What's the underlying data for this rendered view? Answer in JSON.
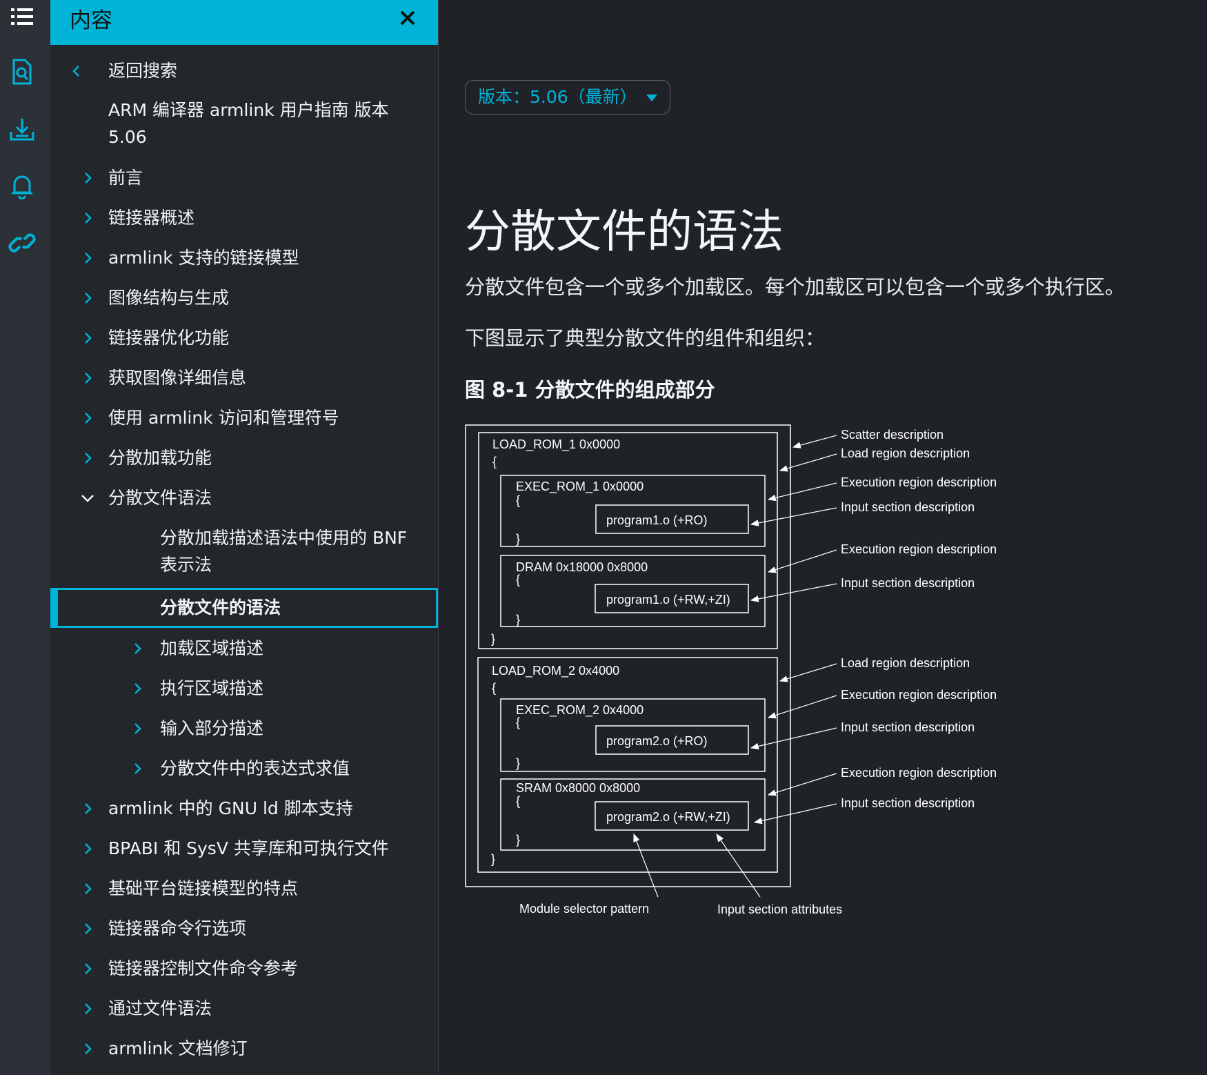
{
  "sidebar": {
    "title": "内容",
    "items": [
      {
        "label": "返回搜索"
      },
      {
        "label": "ARM 编译器 armlink 用户指南 版本 5.06"
      },
      {
        "label": "前言"
      },
      {
        "label": "链接器概述"
      },
      {
        "label": "armlink 支持的链接模型"
      },
      {
        "label": "图像结构与生成"
      },
      {
        "label": "链接器优化功能"
      },
      {
        "label": "获取图像详细信息"
      },
      {
        "label": "使用 armlink 访问和管理符号"
      },
      {
        "label": "分散加载功能"
      },
      {
        "label": "分散文件语法"
      },
      {
        "label": "分散加载描述语法中使用的 BNF 表示法"
      },
      {
        "label": "分散文件的语法"
      },
      {
        "label": "加载区域描述"
      },
      {
        "label": "执行区域描述"
      },
      {
        "label": "输入部分描述"
      },
      {
        "label": "分散文件中的表达式求值"
      },
      {
        "label": "armlink 中的 GNU ld 脚本支持"
      },
      {
        "label": "BPABI 和 SysV 共享库和可执行文件"
      },
      {
        "label": "基础平台链接模型的特点"
      },
      {
        "label": "链接器命令行选项"
      },
      {
        "label": "链接器控制文件命令参考"
      },
      {
        "label": "通过文件语法"
      },
      {
        "label": "armlink 文档修订"
      }
    ]
  },
  "main": {
    "version": "版本：5.06（最新）",
    "title": "分散文件的语法",
    "para1": "分散文件包含一个或多个加载区。每个加载区可以包含一个或多个执行区。",
    "para2": "下图显示了典型分散文件的组件和组织：",
    "figure_caption": "图 8-1 分散文件的组成部分"
  },
  "figure": {
    "load1": "LOAD_ROM_1 0x0000",
    "exec1": "EXEC_ROM_1 0x0000",
    "sec1": "program1.o (+RO)",
    "dram": "DRAM 0x18000 0x8000",
    "sec2": "program1.o (+RW,+ZI)",
    "load2": "LOAD_ROM_2 0x4000",
    "exec2": "EXEC_ROM_2 0x4000",
    "sec3": "program2.o (+RO)",
    "sram": "SRAM 0x8000 0x8000",
    "sec4": "program2.o (+RW,+ZI)",
    "open_brace": "{",
    "close_brace": "}",
    "ann_scatter": "Scatter description",
    "ann_load": "Load region description",
    "ann_exec": "Execution region description",
    "ann_input": "Input section description",
    "ann_module": "Module selector pattern",
    "ann_attrs": "Input section attributes"
  },
  "colors": {
    "accent": "#00b4d8",
    "rail": "#2b3137",
    "sidebar": "#23262b",
    "main_bg": "#1f2227",
    "figure_bg": "#ffffff"
  },
  "icons": [
    "menu-icon",
    "document-search-icon",
    "download-icon",
    "bell-icon",
    "link-icon",
    "close-icon",
    "chevron-left-icon",
    "chevron-right-icon",
    "chevron-down-icon",
    "caret-down-icon"
  ]
}
